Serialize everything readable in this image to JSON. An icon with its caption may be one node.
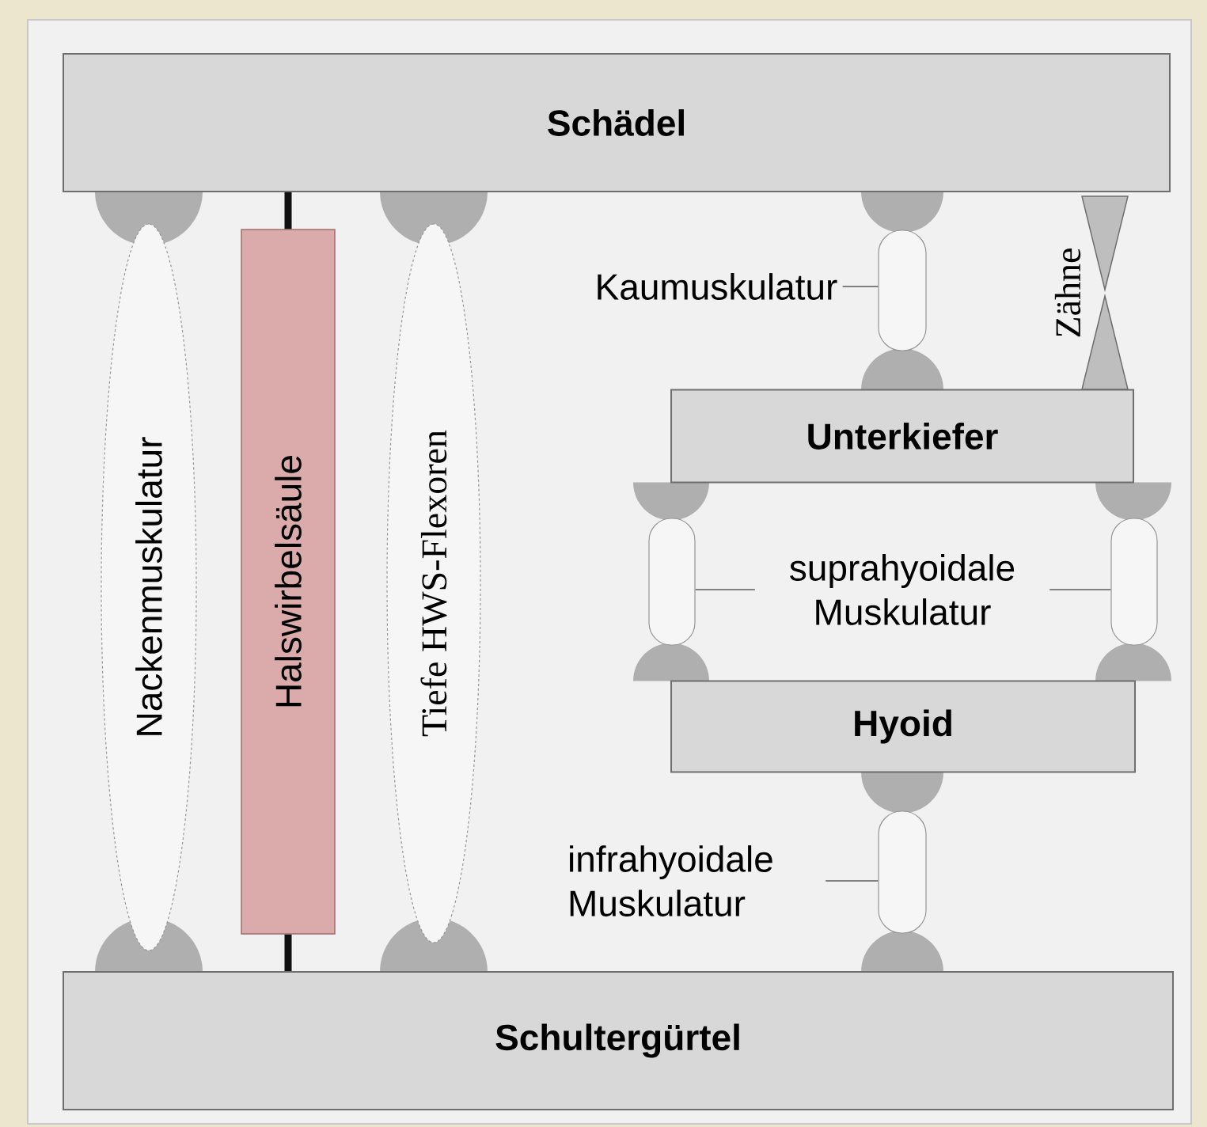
{
  "diagram": {
    "nodes": [
      {
        "text": [
          "Schädel"
        ]
      },
      {
        "text": [
          "Nackenmuskulatur"
        ]
      },
      {
        "text": [
          "Halswirbelsäule"
        ]
      },
      {
        "text": [
          "Tiefe HWS-Flexoren"
        ]
      },
      {
        "text": [],
        "shape": "capsule"
      },
      {
        "text": [
          "Kaumuskulatur"
        ]
      },
      {
        "text": [],
        "shape": "hourglass",
        "beside": [
          "Zähne"
        ]
      },
      {
        "text": [
          "Unterkiefer"
        ]
      },
      {
        "text": [],
        "shape": "capsule"
      },
      {
        "text": [
          "suprahyoidale Muskulatur"
        ]
      },
      {
        "text": [],
        "shape": "capsule"
      },
      {
        "text": [
          "Hyoid"
        ]
      },
      {
        "text": [],
        "shape": "capsule"
      },
      {
        "text": [
          "infrahyoidale Muskulatur"
        ]
      },
      {
        "text": [
          "Schultergürtel"
        ]
      },
      {
        "text": [],
        "shape": "circle"
      },
      {
        "text": [],
        "shape": "circle"
      },
      {
        "text": [],
        "shape": "circle"
      },
      {
        "text": [],
        "shape": "circle"
      },
      {
        "text": [],
        "shape": "circle"
      },
      {
        "text": [],
        "shape": "circle"
      },
      {
        "text": [],
        "shape": "circle"
      },
      {
        "text": [],
        "shape": "circle"
      },
      {
        "text": [],
        "shape": "circle"
      },
      {
        "text": [],
        "shape": "circle"
      },
      {
        "text": [],
        "shape": "circle"
      },
      {
        "text": [],
        "shape": "circle"
      }
    ],
    "edges": [
      {
        "from": 2,
        "to": 0,
        "arrow": "none",
        "style": "thick",
        "color": "#111111"
      },
      {
        "from": 2,
        "to": 14,
        "arrow": "none",
        "style": "thick",
        "color": "#111111"
      },
      {
        "from": 5,
        "to": 4,
        "arrow": "none"
      },
      {
        "from": 9,
        "to": 8,
        "arrow": "none"
      },
      {
        "from": 9,
        "to": 10,
        "arrow": "none"
      },
      {
        "from": 13,
        "to": 12,
        "arrow": "none"
      }
    ]
  }
}
